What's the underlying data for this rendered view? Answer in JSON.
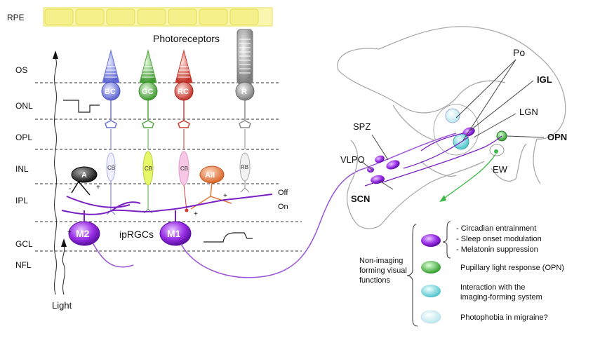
{
  "layers": [
    "RPE",
    "OS",
    "ONL",
    "OPL",
    "INL",
    "IPL",
    "GCL",
    "NFL"
  ],
  "photoreceptors_title": "Photoreceptors",
  "cones": [
    "BC",
    "GC",
    "RC"
  ],
  "rod": "R",
  "bipolars": [
    "CB",
    "CB",
    "CB",
    "RB"
  ],
  "amacrine": [
    "A",
    "AII"
  ],
  "ipl_sublayers": [
    "Off",
    "On"
  ],
  "ganglion": [
    "M2",
    "M1"
  ],
  "ipRGCs": "ipRGCs",
  "light": "Light",
  "signs": {
    "minus": "-",
    "plus": "+"
  },
  "brain_regions": [
    "Po",
    "IGL",
    "LGN",
    "SPZ",
    "OPN",
    "VLPO",
    "EW",
    "SCN"
  ],
  "legend_caption": "Non-imaging forming visual functions",
  "legend": [
    {
      "color": "#9b30e8",
      "lines": [
        "- Circadian entrainment",
        "- Sleep onset modulation",
        "- Melatonin suppression"
      ]
    },
    {
      "color": "#3fb84a",
      "lines": [
        "Pupillary light response (OPN)"
      ]
    },
    {
      "color": "#5cc8d0",
      "lines": [
        "Interaction with the",
        "imaging-forming system"
      ]
    },
    {
      "color": "#bfe9ee",
      "lines": [
        "Photophobia in migraine?"
      ]
    }
  ],
  "colors": {
    "blue": "#6a73d6",
    "green": "#55a843",
    "red": "#cf3d32",
    "gray": "#8c8c8c",
    "purple": "#7a1fc4",
    "orange": "#e07a3a",
    "rpe": "#f6f08a"
  }
}
